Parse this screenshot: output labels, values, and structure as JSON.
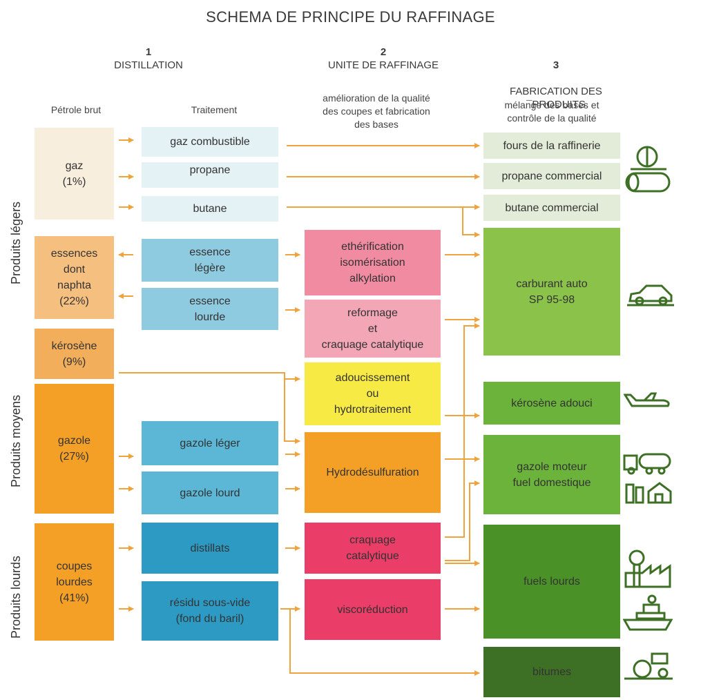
{
  "title": "SCHEMA DE PRINCIPE DU RAFFINAGE",
  "headers": {
    "col1_num": "1",
    "col1_label": "DISTILLATION",
    "col2_num": "2",
    "col2_label": "UNITE DE RAFFINAGE",
    "col3_num": "3",
    "col3_label": "FABRICATION DES\n¯PRODUITS"
  },
  "subheaders": {
    "petrole": "Pétrole brut",
    "traitement": "Traitement",
    "amelioration": "amélioration de la qualité\ndes coupes et fabrication\ndes bases",
    "melange": "mélange des bases et\ncontrôle de la qualité"
  },
  "categories": {
    "legers": "Produits légers",
    "moyens": "Produits moyens",
    "lourds": "Produits lourds"
  },
  "crude": {
    "gaz": "gaz\n(1%)",
    "essences": "essences\ndont\nnaphta\n(22%)",
    "kerosene": "kérosène\n(9%)",
    "gazole": "gazole\n(27%)",
    "coupes": "coupes\nlourdes\n(41%)"
  },
  "treatment": {
    "gaz_combustible": "gaz combustible",
    "propane": "propane",
    "butane": "butane",
    "essence_legere": "essence\nlégère",
    "essence_lourde": "essence\nlourde",
    "gazole_leger": "gazole léger",
    "gazole_lourd": "gazole lourd",
    "distillats": "distillats",
    "residu": "résidu sous-vide\n(fond du baril)"
  },
  "refining": {
    "etherification": "ethérification\nisomérisation\nalkylation",
    "reformage": "reformage\net\ncraquage catalytique",
    "adoucissement": "adoucissement\nou\nhydrotraitement",
    "hydrodesulfuration": "Hydrodésulfuration",
    "craquage": "craquage\ncatalytique",
    "viscoreduction": "viscoréduction"
  },
  "products": {
    "fours": "fours de la raffinerie",
    "propane_commercial": "propane commercial",
    "butane_commercial": "butane commercial",
    "carburant": "carburant auto\nSP 95-98",
    "kerosene_adouci": "kérosène adouci",
    "gazole_moteur": "gazole moteur\nfuel domestique",
    "fuels_lourds": "fuels lourds",
    "bitumes": "bitumes"
  },
  "icons": [
    "gas-tank-icon",
    "car-icon",
    "airplane-icon",
    "truck-icon",
    "house-icon",
    "factory-icon",
    "ship-icon",
    "road-roller-icon"
  ],
  "colors": {
    "arrow": "#f0a23c",
    "gaz_crude": "#f7eedd",
    "essences_crude": "#f5c07f",
    "kerosene_crude": "#f2ae5a",
    "heavy_crude": "#f4a027",
    "light_treatment": "#e4f1f5",
    "light_blue": "#8fcbe0",
    "mid_blue": "#5cb6d5",
    "dark_blue": "#2d9ac4",
    "pink": "#f08ba1",
    "pink_light": "#f3a6b6",
    "yellow": "#f7ea45",
    "orange": "#f4a027",
    "red_pink": "#ea3d68",
    "product_light": "#e3ecd8",
    "light_green": "#8bc34a",
    "green": "#6bb33b",
    "dark_green": "#4a9128",
    "darkest_green": "#3d6f25"
  }
}
